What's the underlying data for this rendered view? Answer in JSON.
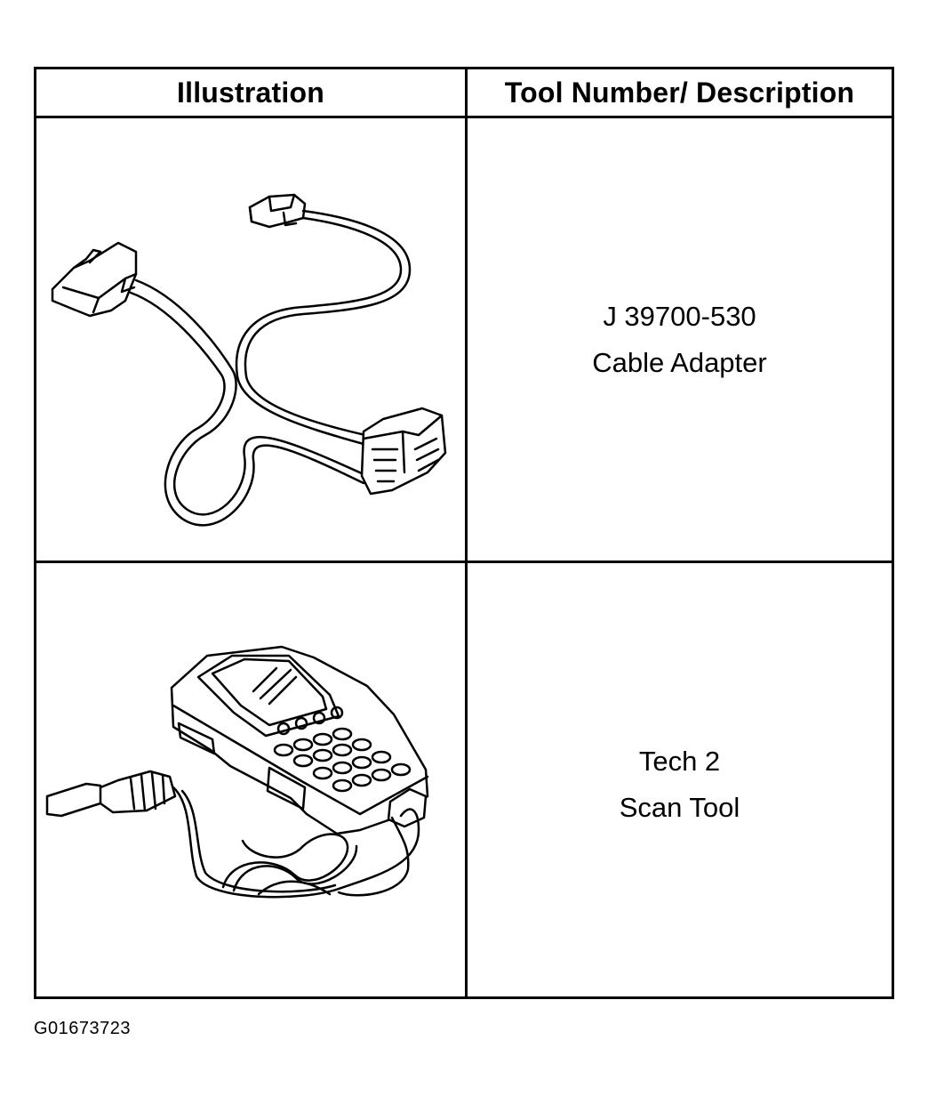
{
  "table": {
    "headers": {
      "illustration": "Illustration",
      "description": "Tool Number/ Description"
    },
    "rows": [
      {
        "tool_number": "J 39700-530",
        "description": "Cable Adapter",
        "illustration_icon": "cable-adapter-icon"
      },
      {
        "tool_number": "Tech 2",
        "description": "Scan Tool",
        "illustration_icon": "scan-tool-icon"
      }
    ]
  },
  "figure_id": "G01673723"
}
